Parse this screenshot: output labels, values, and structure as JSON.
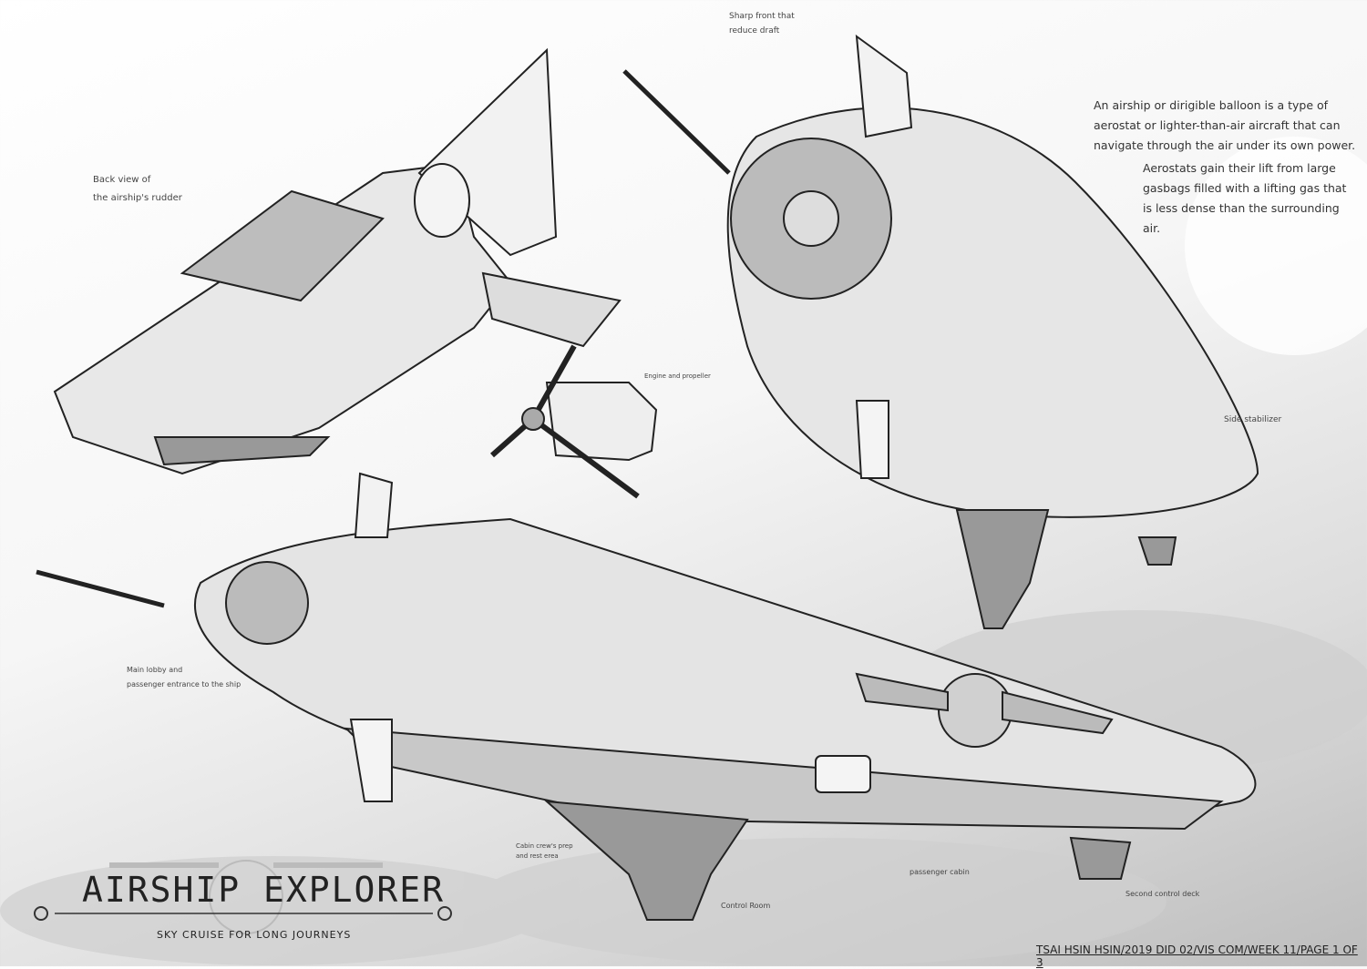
{
  "labels": {
    "rudder": [
      "Back view of",
      "the airship's rudder"
    ],
    "front": [
      "Sharp front that",
      "reduce draft"
    ],
    "engine": "Engine and propeller",
    "stabilizer": "Side stabilizer",
    "lobby": [
      "Main lobby and",
      "passenger entrance to the ship"
    ],
    "crew": [
      "Cabin crew's prep",
      "and rest erea"
    ],
    "control_room": "Control Room",
    "passenger_cabin": "passenger cabin",
    "second_deck": "Second control deck"
  },
  "description": {
    "p1": [
      "An airship or dirigible balloon is a type of",
      "aerostat or lighter-than-air aircraft that can",
      "navigate through the air under its own power."
    ],
    "p2": [
      "Aerostats gain their lift from large",
      "gasbags filled with a lifting gas that",
      "is less dense than the surrounding",
      "air."
    ]
  },
  "title": "AIRSHIP EXPLORER",
  "subtitle": "SKY CRUISE FOR LONG JOURNEYS",
  "footer": "TSAI HSIN HSIN/2019 DID 02/VIS COM/WEEK 11/PAGE 1 OF 3"
}
